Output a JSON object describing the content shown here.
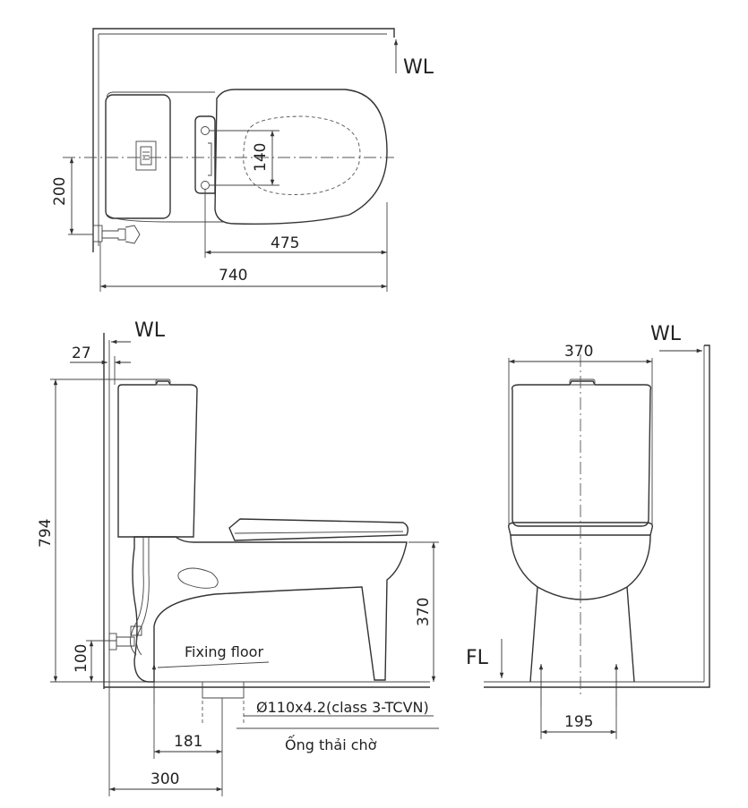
{
  "top_view": {
    "wall_label": "WL",
    "dim_200": "200",
    "dim_140": "140",
    "dim_475": "475",
    "dim_740": "740"
  },
  "side_view": {
    "wall_label": "WL",
    "dim_27": "27",
    "dim_794": "794",
    "dim_370": "370",
    "dim_100": "100",
    "dim_181": "181",
    "dim_300": "300",
    "fixing_floor_label": "Fixing floor",
    "pipe_spec": "Ø110x4.2(class 3-TCVN)",
    "waste_pipe_label": "Ống thải chờ"
  },
  "front_view": {
    "wall_label": "WL",
    "floor_label": "FL",
    "dim_370": "370",
    "dim_195": "195"
  },
  "icons": {
    "arrow": "arrow-icon"
  }
}
